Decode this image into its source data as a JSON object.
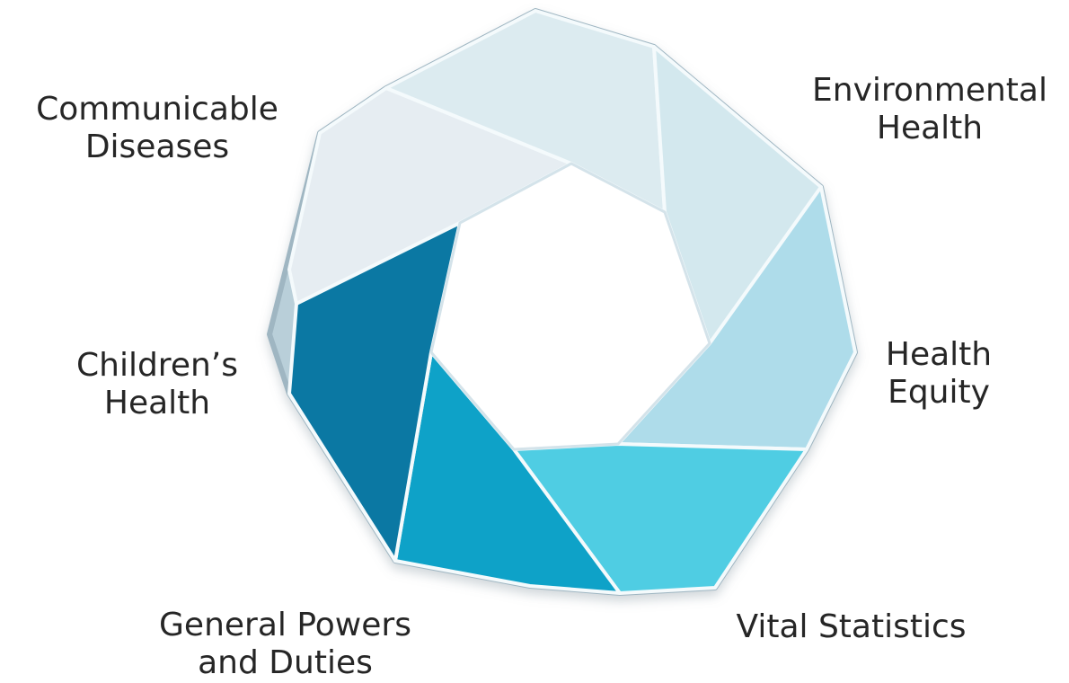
{
  "diagram": {
    "type": "cycle",
    "segments": [
      {
        "key": "communicable",
        "lines": [
          "Communicable",
          "Diseases"
        ],
        "color": "#e6edf2"
      },
      {
        "key": "top",
        "lines": [],
        "color": "#dcebf0"
      },
      {
        "key": "environmental",
        "lines": [
          "Environmental",
          "Health"
        ],
        "color": "#d3e8ee"
      },
      {
        "key": "health-equity",
        "lines": [
          "Health",
          "Equity"
        ],
        "color": "#aedcea"
      },
      {
        "key": "vital",
        "lines": [
          "Vital Statistics"
        ],
        "color": "#4fcde3"
      },
      {
        "key": "general",
        "lines": [
          "General Powers",
          "and Duties"
        ],
        "color": "#0ea2c8"
      },
      {
        "key": "childrens",
        "lines": [
          "Children’s",
          "Health"
        ],
        "color": "#0b78a3"
      }
    ]
  }
}
